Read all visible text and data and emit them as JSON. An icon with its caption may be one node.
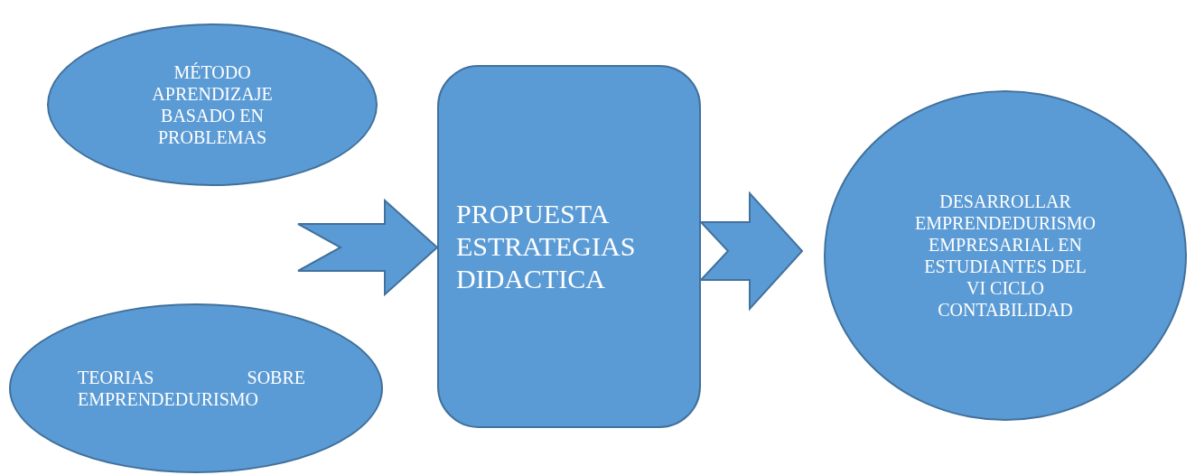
{
  "diagram": {
    "nodes": [
      {
        "text": [
          "MÉTODO APRENDIZAJE BASADO EN PROBLEMAS"
        ]
      },
      {
        "text": [
          "TEORIAS SOBRE EMPRENDEDURISMO"
        ]
      },
      {
        "text": [
          "PROPUESTA ESTRATEGIAS DIDACTICA"
        ]
      },
      {
        "text": [
          "DESARROLLAR EMPRENDEDURISMO EMPRESARIAL EN ESTUDIANTES DEL VI CICLO CONTABILIDAD"
        ]
      }
    ],
    "edges": [
      {
        "from": null,
        "to": 2,
        "arrow": "to"
      },
      {
        "from": 2,
        "to": 3,
        "arrow": "to"
      }
    ]
  }
}
